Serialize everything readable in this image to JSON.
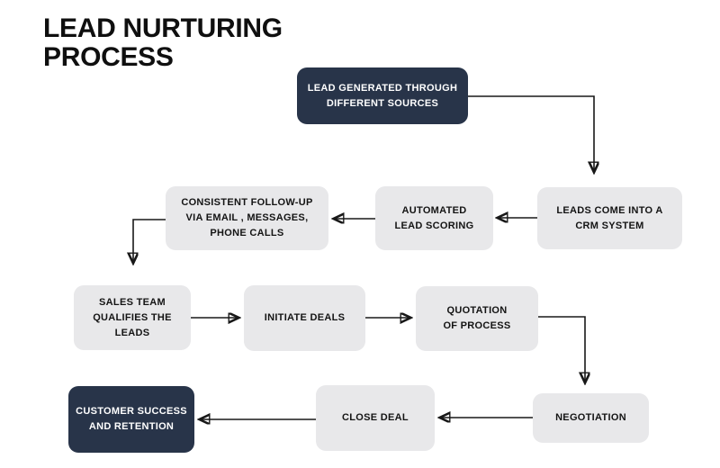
{
  "title_lines": [
    "LEAD NURTURING",
    "PROCESS"
  ],
  "colors": {
    "background": "#ffffff",
    "title_text": "#0f0f0f",
    "dark_node_fill": "#283449",
    "dark_node_text": "#ffffff",
    "light_node_fill": "#e8e8ea",
    "light_node_text": "#141414",
    "arrow": "#181818"
  },
  "nodes": [
    {
      "id": "lead-generated-through-different-sources",
      "style": "dark",
      "lines": [
        "LEAD GENERATED THROUGH",
        "DIFFERENT SOURCES"
      ]
    },
    {
      "id": "leads-come-into-a-crm-system",
      "style": "light",
      "lines": [
        "LEADS COME INTO A",
        "CRM SYSTEM"
      ]
    },
    {
      "id": "automated-lead-scoring",
      "style": "light",
      "lines": [
        "AUTOMATED",
        "LEAD SCORING"
      ]
    },
    {
      "id": "consistent-follow-up",
      "style": "light",
      "lines": [
        "CONSISTENT FOLLOW-UP",
        "VIA EMAIL , MESSAGES,",
        "PHONE CALLS"
      ]
    },
    {
      "id": "sales-team-qualifies-the-leads",
      "style": "light",
      "lines": [
        "SALES TEAM",
        "QUALIFIES THE",
        "LEADS"
      ]
    },
    {
      "id": "initiate-deals",
      "style": "light",
      "lines": [
        "INITIATE DEALS"
      ]
    },
    {
      "id": "quotation-of-process",
      "style": "light",
      "lines": [
        "QUOTATION",
        "OF PROCESS"
      ]
    },
    {
      "id": "negotiation",
      "style": "light",
      "lines": [
        "NEGOTIATION"
      ]
    },
    {
      "id": "close-deal",
      "style": "light",
      "lines": [
        "CLOSE DEAL"
      ]
    },
    {
      "id": "customer-success-and-retention",
      "style": "dark",
      "lines": [
        "CUSTOMER SUCCESS",
        "AND RETENTION"
      ]
    }
  ]
}
